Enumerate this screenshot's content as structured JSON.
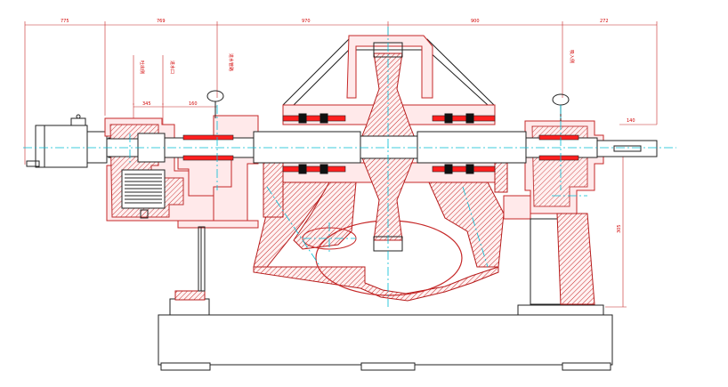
{
  "dimensions": {
    "top": [
      "775",
      "769",
      "970",
      "900",
      "272"
    ],
    "right_horizontal": "140",
    "right_vertical": "305",
    "inner_small_1": "345",
    "inner_small_2": "160"
  },
  "annotations": [
    "吐出侧",
    "进水口",
    "进水管路",
    "吸入侧"
  ],
  "colors": {
    "casing": "#c62828",
    "centerline": "#00bcd4",
    "bearing": "#ff1f1f",
    "outline": "#222222"
  }
}
